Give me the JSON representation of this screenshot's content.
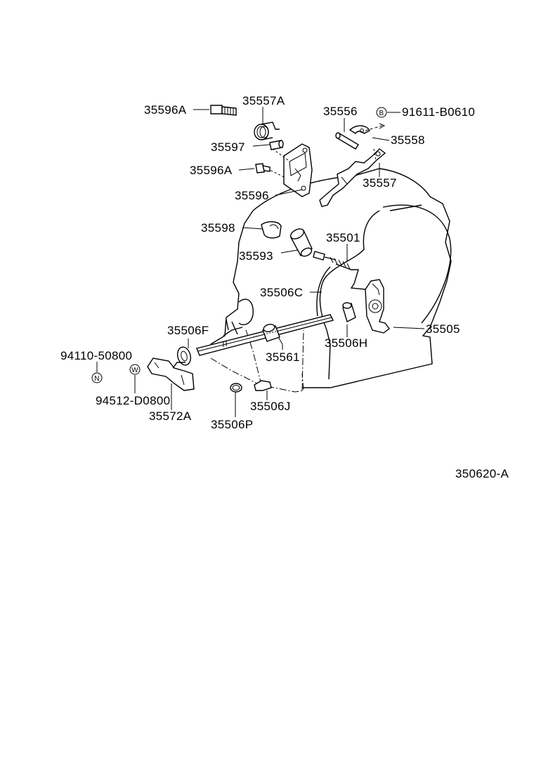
{
  "labels": {
    "p35596A_top": "35596A",
    "p35557A": "35557A",
    "p35597": "35597",
    "p35596A_mid": "35596A",
    "p35596": "35596",
    "p35556": "35556",
    "p91611": "91611-B0610",
    "p35558": "35558",
    "p35557": "35557",
    "p35598": "35598",
    "p35593": "35593",
    "p35501": "35501",
    "p35506C": "35506C",
    "p35506F": "35506F",
    "p35505": "35505",
    "p35506H": "35506H",
    "p35561": "35561",
    "p94110": "94110-50800",
    "p94512": "94512-D0800",
    "p35572A": "35572A",
    "p35506J": "35506J",
    "p35506P": "35506P",
    "diagram_code": "350620-A"
  },
  "symbols": {
    "b_mark": "B",
    "n_mark": "N",
    "w_mark": "W"
  }
}
